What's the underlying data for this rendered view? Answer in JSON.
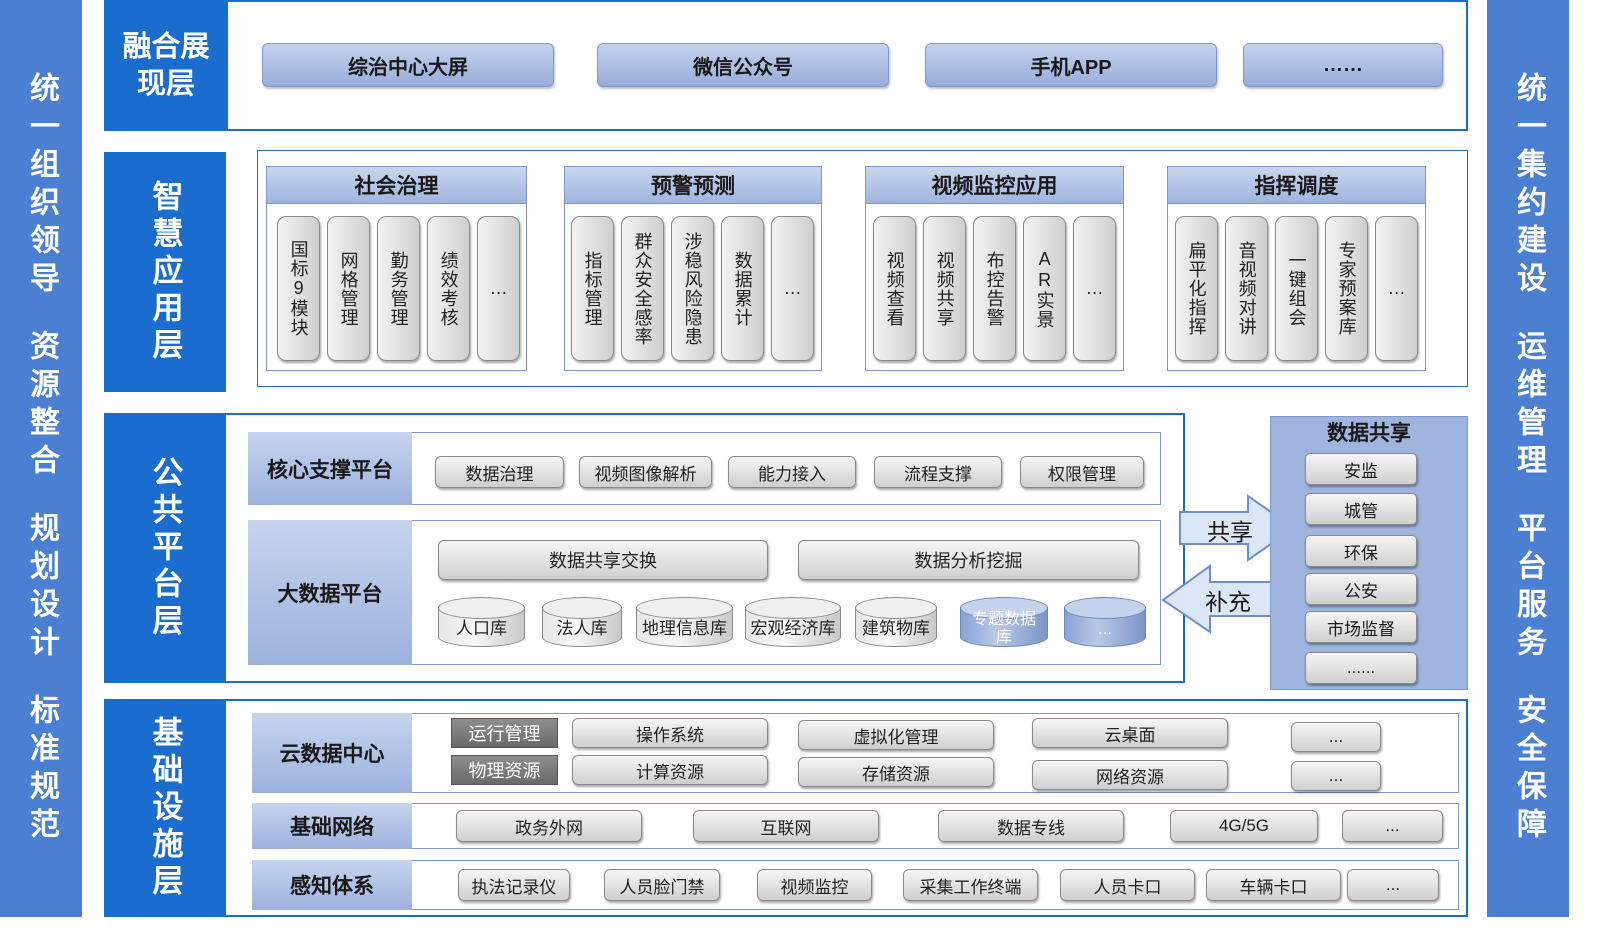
{
  "left_side": [
    "统一组织领导",
    "资源整合",
    "规划设计",
    "标准规范"
  ],
  "right_side": [
    "统一集约建设",
    "运维管理",
    "平台服务",
    "安全保障"
  ],
  "presentation": {
    "label": "融合展现层",
    "items": [
      "综治中心大屏",
      "微信公众号",
      "手机APP",
      "……"
    ]
  },
  "smart_app": {
    "label": "智慧应用层",
    "groups": [
      {
        "title": "社会治理",
        "items": [
          "国标9模块",
          "网格管理",
          "勤务管理",
          "绩效考核",
          "…"
        ]
      },
      {
        "title": "预警预测",
        "items": [
          "指标管理",
          "群众安全感率",
          "涉稳风险隐患",
          "数据累计",
          "…"
        ]
      },
      {
        "title": "视频监控应用",
        "items": [
          "视频查看",
          "视频共享",
          "布控告警",
          "AR实景",
          "…"
        ]
      },
      {
        "title": "指挥调度",
        "items": [
          "扁平化指挥",
          "音视频对讲",
          "一键组会",
          "专家预案库",
          "…"
        ]
      }
    ]
  },
  "public_platform": {
    "label": "公共平台层",
    "core": {
      "label": "核心支撑平台",
      "items": [
        "数据治理",
        "视频图像解析",
        "能力接入",
        "流程支撑",
        "权限管理"
      ]
    },
    "bigdata": {
      "label": "大数据平台",
      "top_items": [
        "数据共享交换",
        "数据分析挖掘"
      ],
      "dbs": [
        "人口库",
        "法人库",
        "地理信息库",
        "宏观经济库",
        "建筑物库",
        "专题数据库",
        "..."
      ]
    }
  },
  "arrows": {
    "share": "共享",
    "supplement": "补充"
  },
  "data_sharing": {
    "title": "数据共享",
    "items": [
      "安监",
      "城管",
      "环保",
      "公安",
      "市场监督",
      "......"
    ]
  },
  "infrastructure": {
    "label": "基础设施层",
    "cloud": {
      "label": "云数据中心",
      "ops": "运行管理",
      "phys": "物理资源",
      "row1": [
        "操作系统",
        "虚拟化管理",
        "云桌面",
        "..."
      ],
      "row2": [
        "计算资源",
        "存储资源",
        "网络资源",
        "..."
      ]
    },
    "network": {
      "label": "基础网络",
      "items": [
        "政务外网",
        "互联网",
        "数据专线",
        "4G/5G",
        "..."
      ]
    },
    "sensing": {
      "label": "感知体系",
      "items": [
        "执法记录仪",
        "人员脸门禁",
        "视频监控",
        "采集工作终端",
        "人员卡口",
        "车辆卡口",
        "..."
      ]
    }
  },
  "colors": {
    "layer_blue": "#1a6ccf",
    "side_blue": "#4a7fd2",
    "light_blue": "#9fb4df"
  }
}
